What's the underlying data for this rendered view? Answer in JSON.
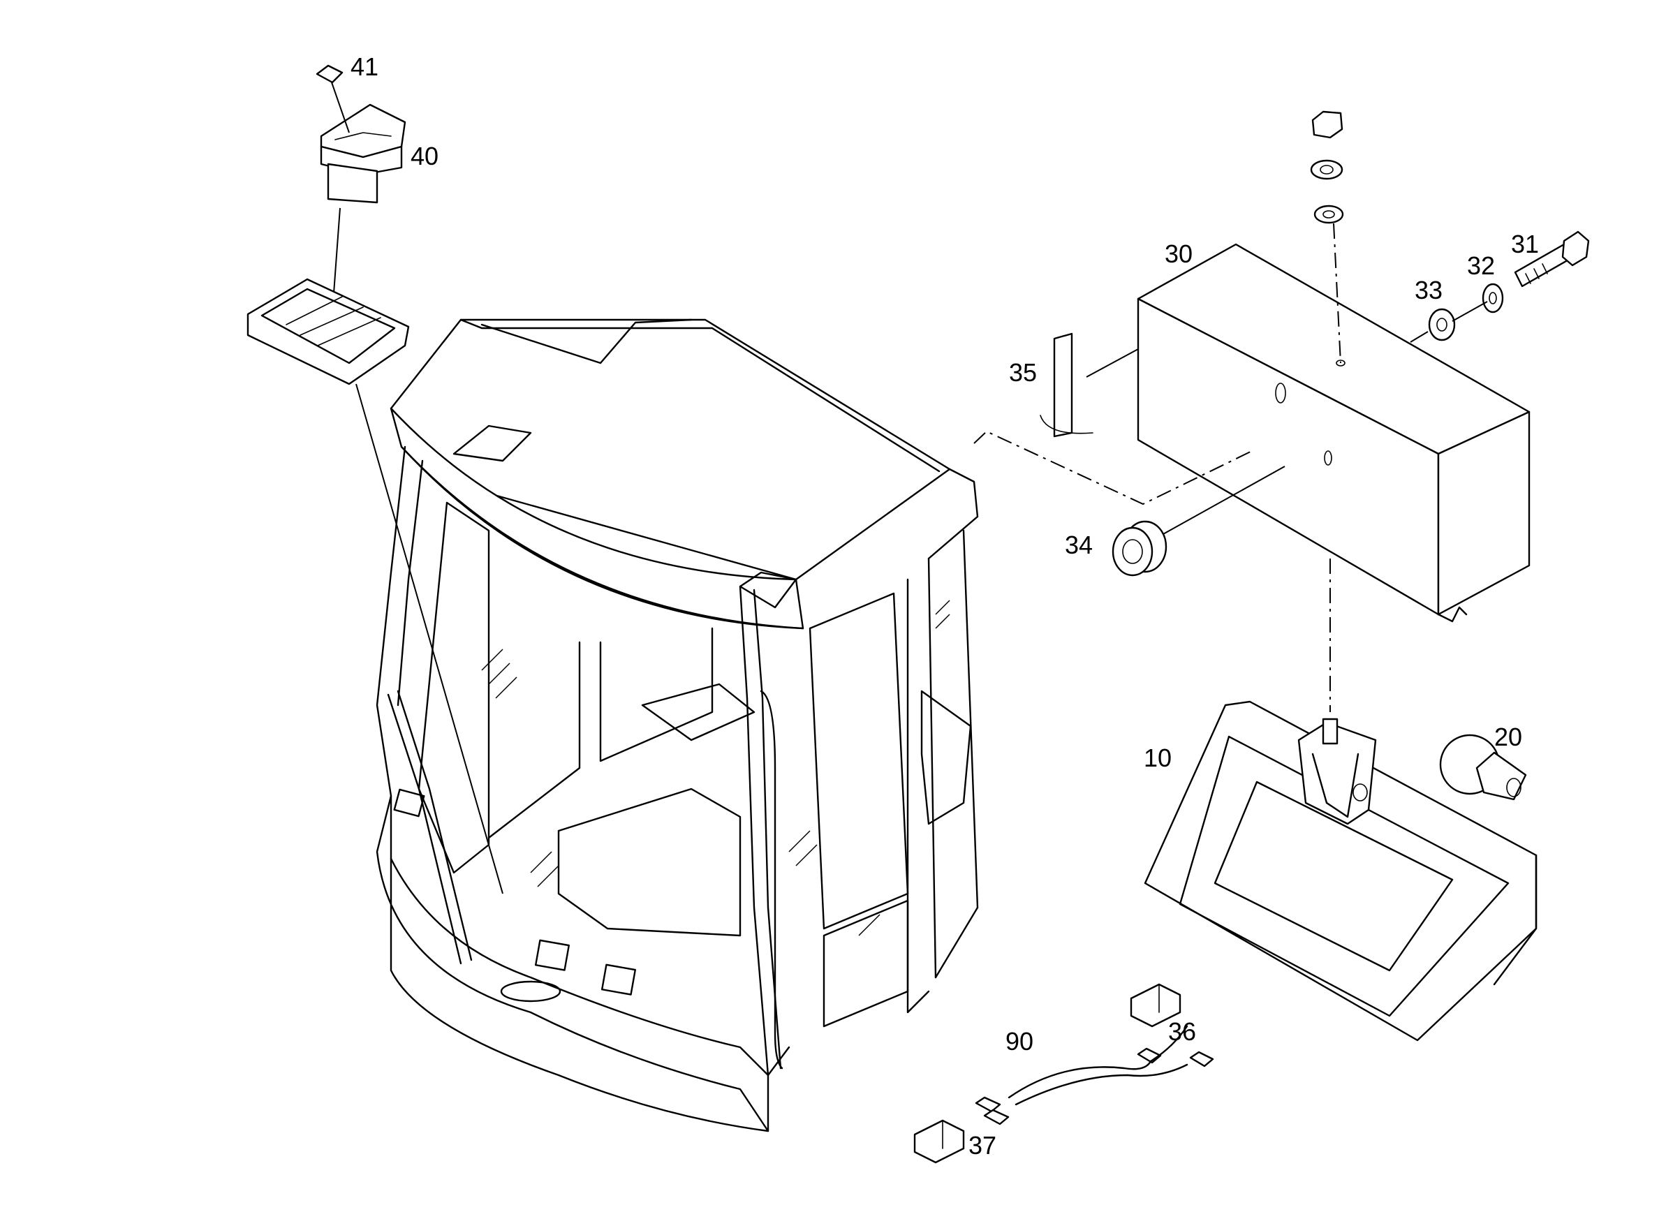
{
  "figure": {
    "callouts": [
      "41",
      "40",
      "30",
      "35",
      "34",
      "33",
      "32",
      "31",
      "10",
      "20",
      "90",
      "36",
      "37"
    ]
  },
  "parts": [
    {
      "callout": "10",
      "icon": "work-lamp-icon"
    },
    {
      "callout": "20",
      "icon": "bulb-icon"
    },
    {
      "callout": "30",
      "icon": "housing-cover-icon"
    },
    {
      "callout": "31",
      "icon": "bolt-icon"
    },
    {
      "callout": "32",
      "icon": "washer-icon"
    },
    {
      "callout": "33",
      "icon": "washer-icon"
    },
    {
      "callout": "34",
      "icon": "grommet-icon"
    },
    {
      "callout": "35",
      "icon": "seal-strip-icon"
    },
    {
      "callout": "36",
      "icon": "connector-icon"
    },
    {
      "callout": "37",
      "icon": "connector-icon"
    },
    {
      "callout": "40",
      "icon": "rocker-switch-icon"
    },
    {
      "callout": "41",
      "icon": "switch-symbol-icon"
    },
    {
      "callout": "90",
      "icon": "wire-harness-icon"
    }
  ]
}
